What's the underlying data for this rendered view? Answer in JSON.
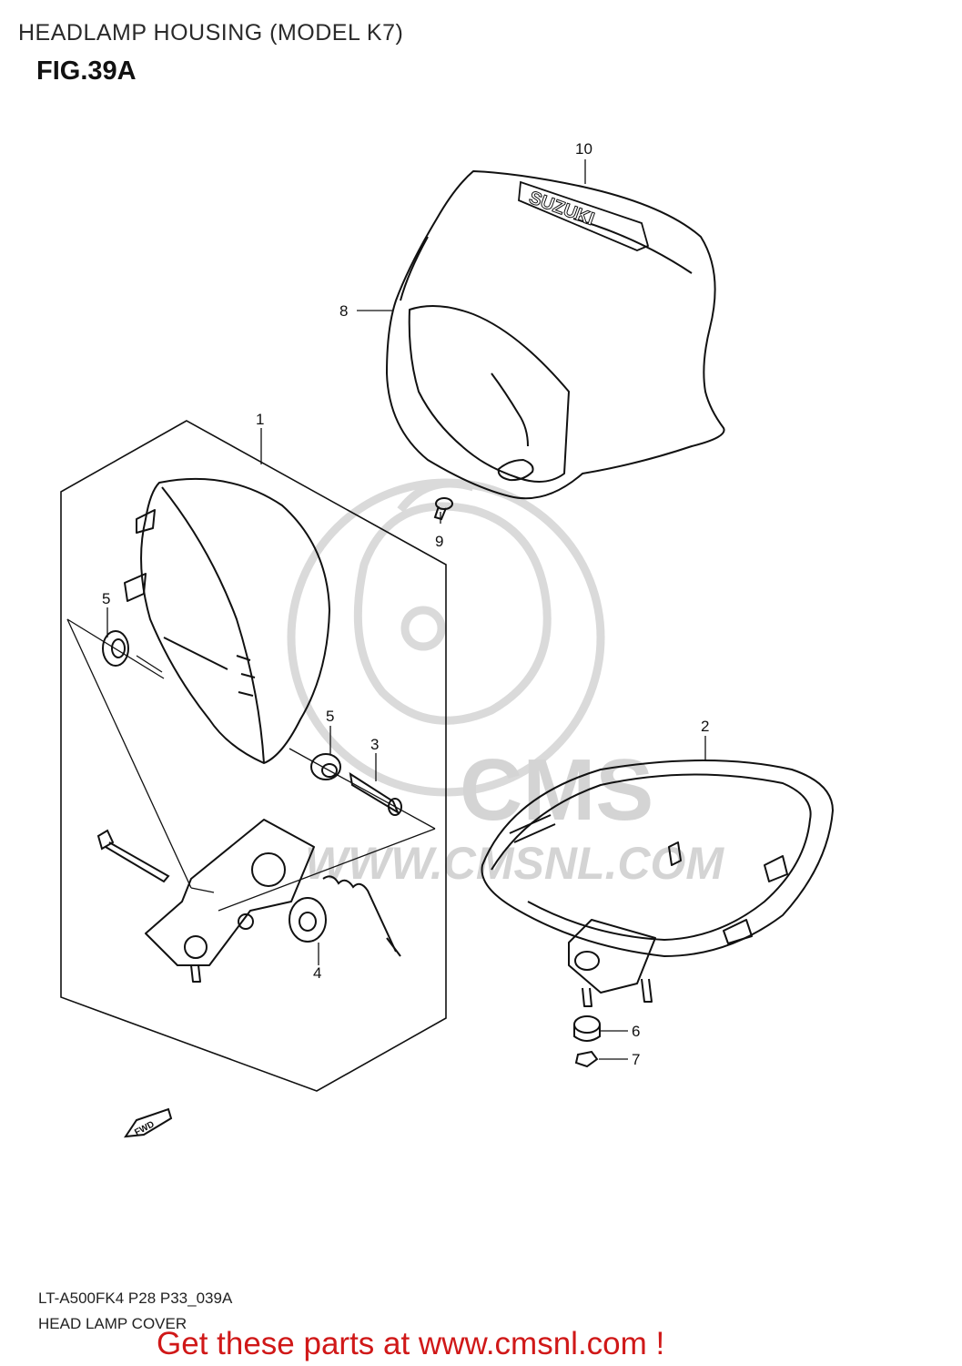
{
  "header": {
    "title": "HEADLAMP HOUSING (MODEL K7)",
    "figure": "FIG.39A"
  },
  "brand": {
    "emblem": "SUZUKI",
    "watermark_mark": "CMS",
    "watermark_url": "WWW.CMSNL.COM",
    "fwd": "FWD"
  },
  "callouts": [
    {
      "id": "10",
      "label": "10"
    },
    {
      "id": "8",
      "label": "8"
    },
    {
      "id": "1",
      "label": "1"
    },
    {
      "id": "9",
      "label": "9"
    },
    {
      "id": "5a",
      "label": "5"
    },
    {
      "id": "5b",
      "label": "5"
    },
    {
      "id": "3",
      "label": "3"
    },
    {
      "id": "2",
      "label": "2"
    },
    {
      "id": "4",
      "label": "4"
    },
    {
      "id": "6",
      "label": "6"
    },
    {
      "id": "7",
      "label": "7"
    }
  ],
  "footer": {
    "code": "LT-A500FK4 P28 P33_039A",
    "caption": "HEAD LAMP COVER",
    "promo": "Get these parts at www.cmsnl.com !"
  },
  "colors": {
    "line": "#111111",
    "watermark": "#d4d4d4",
    "promo": "#d01818"
  }
}
